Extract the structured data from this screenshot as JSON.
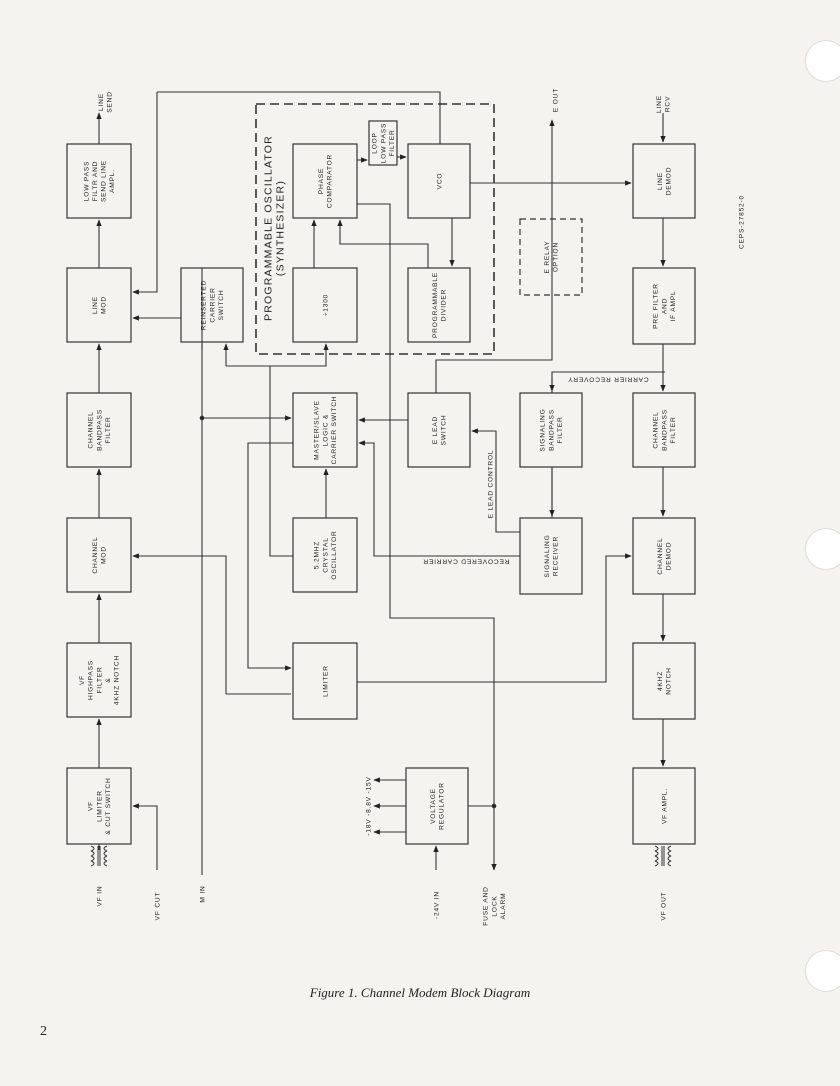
{
  "caption": "Figure 1.    Channel Modem Block Diagram",
  "page_number": "2",
  "doc_id": "CEPS-27852-0",
  "synth_title": [
    "PROGRAMMABLE  OSCILLATOR",
    "(SYNTHESIZER)"
  ],
  "blocks": {
    "lpf_send": [
      "LOW PASS",
      "FILTR AND",
      "SEND LINE",
      "AMPL."
    ],
    "line_mod": [
      "LINE",
      "MOD"
    ],
    "ch_bp_tx": [
      "CHANNEL",
      "BANDPASS",
      "FILTER"
    ],
    "ch_mod": [
      "CHANNEL",
      "MOD"
    ],
    "vf_hp": [
      "VF",
      "HIGHPASS",
      "FILTER",
      "&",
      "4KHZ NOTCH"
    ],
    "vf_lim": [
      "VF",
      "LIMITER",
      "& CUT SWITCH"
    ],
    "reins": [
      "REINSERTED",
      "CARRIER",
      "SWITCH"
    ],
    "phase": [
      "PHASE",
      "COMPARATOR"
    ],
    "loop": [
      "LOOP",
      "LOW PASS",
      "FILTER"
    ],
    "vco": [
      "VCO"
    ],
    "div1300": [
      "÷1300"
    ],
    "progdiv": [
      "PROGRAMMABLE",
      "DIVIDER"
    ],
    "master": [
      "MASTER/SLAVE",
      "LOGIC &",
      "CARRIER SWITCH"
    ],
    "crystal": [
      "5.2MHZ",
      "CRYSTAL",
      "OSCILLATOR"
    ],
    "limiter": [
      "LIMITER"
    ],
    "elead": [
      "E LEAD",
      "SWITCH"
    ],
    "erelay": [
      "E RELAY",
      "OPTION"
    ],
    "sig_bp": [
      "SIGNALING",
      "BANDPASS",
      "FILTER"
    ],
    "sig_rx": [
      "SIGNALING",
      "RECEIVER"
    ],
    "line_demod": [
      "LINE",
      "DEMOD"
    ],
    "pre_filter": [
      "PRE FILTER",
      "AND",
      "IF AMPL"
    ],
    "ch_bp_rx": [
      "CHANNEL",
      "BANDPASS",
      "FILTER"
    ],
    "ch_demod": [
      "CHANNEL",
      "DEMOD"
    ],
    "notch4k": [
      "4KHZ",
      "NOTCH"
    ],
    "vf_ampl": [
      "VF AMPL."
    ],
    "vreg": [
      "VOLTAGE",
      "REGULATOR"
    ]
  },
  "signals": {
    "line_send": [
      "LINE",
      "SEND"
    ],
    "line_rcv": [
      "LINE",
      "RCV"
    ],
    "e_out": "E OUT",
    "vf_in": "VF IN",
    "vf_cut": "VF CUT",
    "m_in": "M IN",
    "v24_in": "-24V IN",
    "fuse_alarm": [
      "FUSE AND",
      "LOCK",
      "ALARM"
    ],
    "vreg_out": "-18V  -8.8V  -15V",
    "vf_out": "VF OUT",
    "carrier_recovery": "CARRIER RECOVERY",
    "recovered_carrier": "RECOVERED CARRIER",
    "e_lead_control": "E LEAD CONTROL"
  }
}
